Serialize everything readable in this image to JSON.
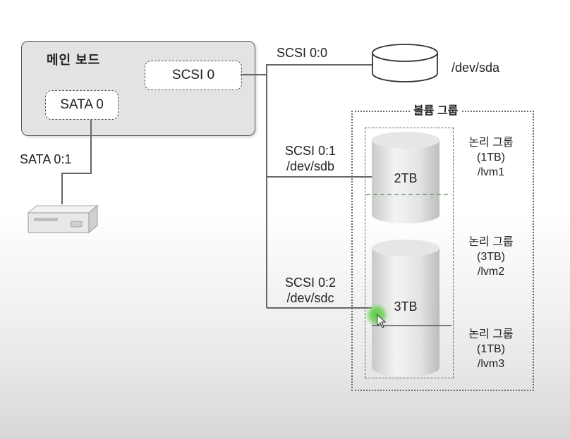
{
  "mainboard": {
    "title": "메인 보드",
    "scsi_port": "SCSI 0",
    "sata_port": "SATA 0"
  },
  "connections": {
    "sata01": "SATA 0:1",
    "scsi00": "SCSI 0:0",
    "scsi01": "SCSI 0:1",
    "scsi01_dev": "/dev/sdb",
    "scsi02": "SCSI 0:2",
    "scsi02_dev": "/dev/sdc"
  },
  "disks": {
    "sda": "/dev/sda",
    "sdb_size": "2TB",
    "sdc_size": "3TB"
  },
  "volume_group": {
    "title": "볼륨 그룹",
    "logical_groups": [
      {
        "name": "논리 그룹",
        "size": "(1TB)",
        "path": "/lvm1"
      },
      {
        "name": "논리 그룹",
        "size": "(3TB)",
        "path": "/lvm2"
      },
      {
        "name": "논리 그룹",
        "size": "(1TB)",
        "path": "/lvm3"
      }
    ]
  }
}
